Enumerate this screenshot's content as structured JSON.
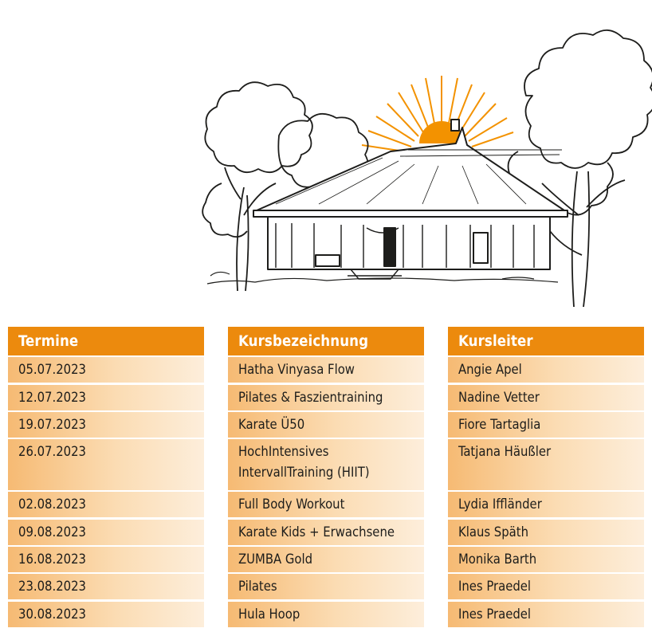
{
  "table": {
    "headers": [
      "Termine",
      "Kursbezeichnung",
      "Kursleiter"
    ],
    "rows": [
      {
        "date": "05.07.2023",
        "course": "Hatha Vinyasa Flow",
        "course2": "",
        "leader": "Angie Apel"
      },
      {
        "date": "12.07.2023",
        "course": "Pilates & Faszientraining",
        "course2": "",
        "leader": "Nadine Vetter"
      },
      {
        "date": "19.07.2023",
        "course": "Karate Ü50",
        "course2": "",
        "leader": "Fiore Tartaglia"
      },
      {
        "date": "26.07.2023",
        "course": "HochIntensives",
        "course2": "IntervallTraining (HIIT)",
        "leader": "Tatjana Häußler"
      },
      {
        "date": "02.08.2023",
        "course": "Full Body Workout",
        "course2": "",
        "leader": "Lydia Iffländer"
      },
      {
        "date": "09.08.2023",
        "course": "Karate Kids + Erwachsene",
        "course2": "",
        "leader": "Klaus Späth"
      },
      {
        "date": "16.08.2023",
        "course": "ZUMBA Gold",
        "course2": "",
        "leader": "Monika Barth"
      },
      {
        "date": "23.08.2023",
        "course": "Pilates",
        "course2": "",
        "leader": "Ines Praedel"
      },
      {
        "date": "30.08.2023",
        "course": "Hula Hoop",
        "course2": "",
        "leader": "Ines Praedel"
      }
    ]
  },
  "colors": {
    "header_orange": "#ec8a0d",
    "cell_orange": "#f6ba73",
    "sun": "#f39200",
    "ink": "#1d1d1b"
  },
  "illustration": {
    "icons": [
      "pavilion-icon",
      "sun-icon",
      "tree-icon"
    ]
  }
}
